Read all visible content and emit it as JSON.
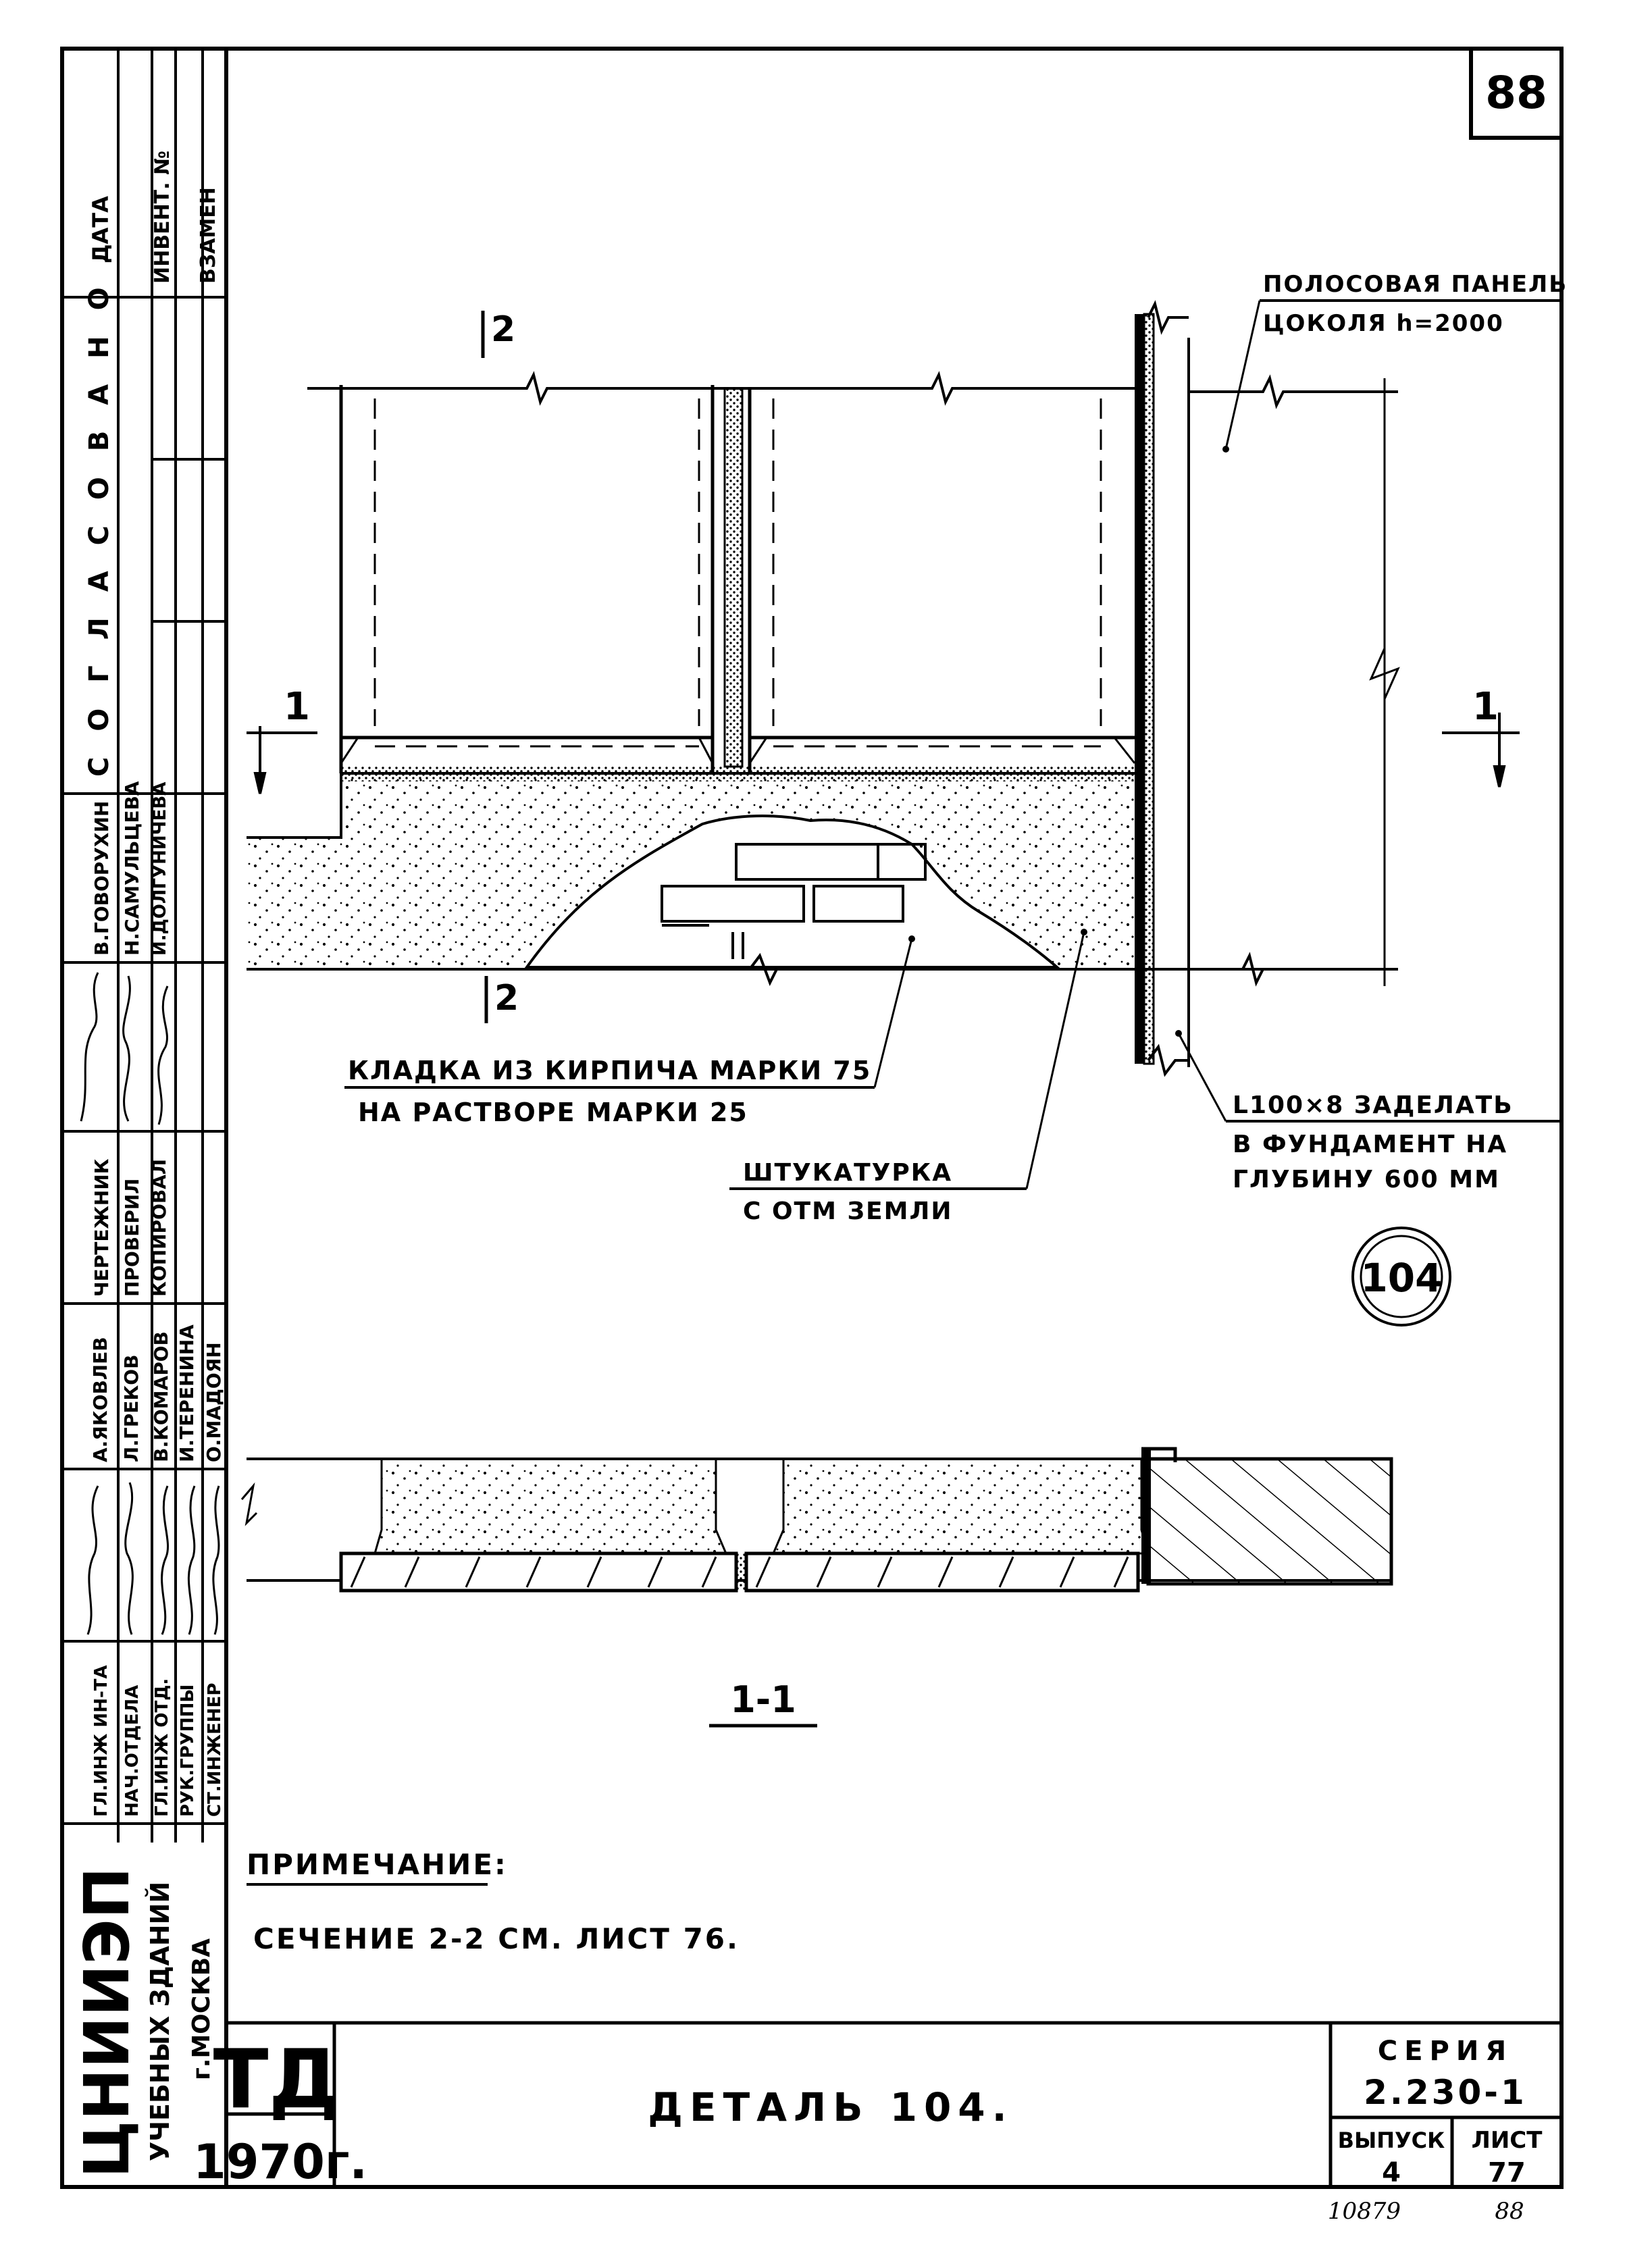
{
  "sheet_number": "88",
  "side_stamp": {
    "header": {
      "date": "ДАТА",
      "invent": "ИНВЕНТ. №",
      "replace": "ВЗАМЕН"
    },
    "agreed_title": "С О Г Л А С О В А Н О",
    "agreed_names": [
      "В.ГОВОРУХИН",
      "Н.САМУЛЬЦЕВА",
      "И.ДОЛГУНИЧЕВА"
    ],
    "agreed_roles": [
      "ЧЕРТЕЖНИК",
      "ПРОВЕРИЛ",
      "КОПИРОВАЛ"
    ],
    "staff_roles": [
      "ГЛ.ИНЖ ИН-ТА",
      "НАЧ.ОТДЕЛА",
      "ГЛ.ИНЖ ОТД.",
      "РУК.ГРУППЫ",
      "СТ.ИНЖЕНЕР"
    ],
    "staff_names": [
      "А.ЯКОВЛЕВ",
      "Л.ГРЕКОВ",
      "В.КОМАРОВ",
      "И.ТЕРЕНИНА",
      "О.МАДОЯН"
    ],
    "institute": [
      "ЦНИИЭП",
      "УЧЕБНЫХ ЗДАНИЙ",
      "г.МОСКВА"
    ]
  },
  "drawing": {
    "cut_mark_1": "1",
    "cut_mark_2": "2",
    "callout_panel": [
      "ПОЛОСОВАЯ ПАНЕЛЬ",
      "ЦОКОЛЯ h=2000"
    ],
    "callout_masonry": [
      "КЛАДКА ИЗ КИРПИЧА МАРКИ 75",
      "НА РАСТВОРЕ МАРКИ 25"
    ],
    "callout_plaster": [
      "ШТУКАТУРКА",
      "С ОТМ ЗЕМЛИ"
    ],
    "callout_angle": [
      "L100×8 ЗАДЕЛАТЬ",
      "В ФУНДАМЕНТ НА",
      "ГЛУБИНУ 600 ММ"
    ],
    "detail_mark": "104",
    "section_label": "1-1"
  },
  "note": {
    "title": "ПРИМЕЧАНИЕ:",
    "text": "СЕЧЕНИЕ 2-2 СМ. ЛИСТ 76."
  },
  "title_block": {
    "logo": "ТД",
    "year": "1970г.",
    "title": "ДЕТАЛЬ 104.",
    "series_label": "СЕРИЯ",
    "series_value": "2.230-1",
    "issue_label": "ВЫПУСК",
    "issue_value": "4",
    "sheet_label": "ЛИСТ",
    "sheet_value": "77"
  },
  "footer_marks": [
    "10879",
    "88"
  ]
}
